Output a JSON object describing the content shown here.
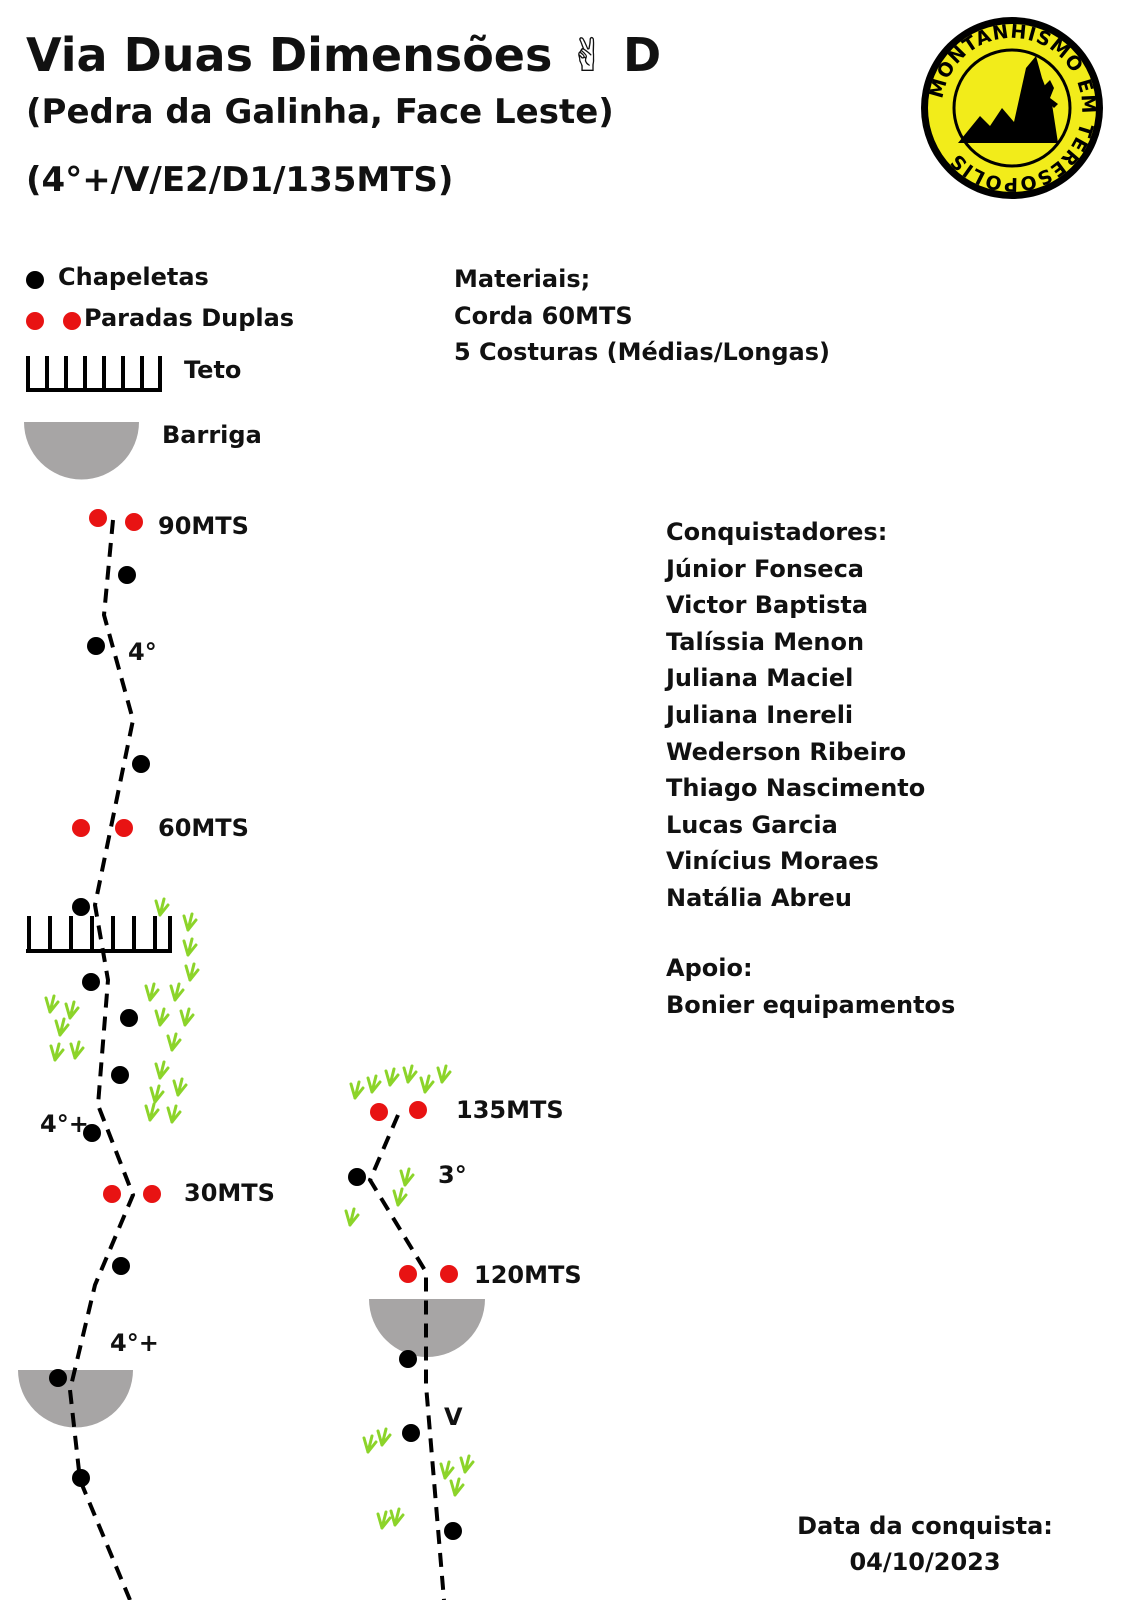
{
  "header": {
    "title": "Via Duas Dimensões",
    "emoji": "✌",
    "title_suffix": "D",
    "subtitle": "(Pedra da Galinha, Face Leste)",
    "grade": "(4°+/V/E2/D1/135MTS)"
  },
  "logo": {
    "text": "MONTANHISMO EM TERESÓPOLIS",
    "fill_color": "#f2ec1a"
  },
  "legend": {
    "bolts": "Chapeletas",
    "double_anchors": "Paradas Duplas",
    "roof": "Teto",
    "bulge": "Barriga"
  },
  "materials": {
    "title": "Materiais;",
    "rope": "Corda 60MTS",
    "quickdraws": "5 Costuras (Médias/Longas)"
  },
  "conquerors": {
    "title": "Conquistadores:",
    "names": [
      "Júnior Fonseca",
      "Victor Baptista",
      "Talíssia Menon",
      "Juliana Maciel",
      "Juliana Inereli",
      "Wederson Ribeiro",
      "Thiago Nascimento",
      "Lucas Garcia",
      "Vinícius Moraes",
      "Natália Abreu"
    ]
  },
  "support": {
    "title": "Apoio:",
    "sponsor": "Bonier equipamentos"
  },
  "date": {
    "label": "Data da conquista:",
    "value": "04/10/2023"
  },
  "topo": {
    "anchor_labels": [
      "90MTS",
      "60MTS",
      "30MTS",
      "135MTS",
      "120MTS"
    ],
    "grade_labels": [
      "4°",
      "4°+",
      "4°+",
      "3°",
      "V"
    ]
  },
  "colors": {
    "anchor": "#e81313",
    "bolt": "#000000",
    "bulge": "#a7a5a5",
    "grass": "#8cd42a"
  }
}
